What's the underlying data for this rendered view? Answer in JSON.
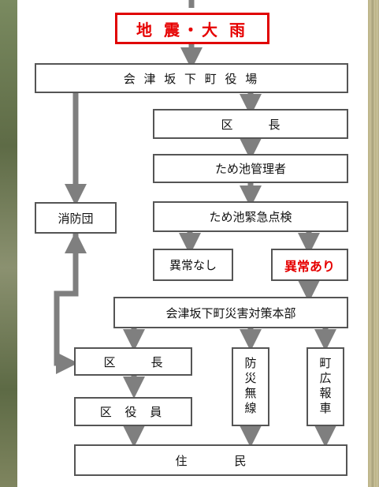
{
  "top_fragment": "…",
  "nodes": {
    "earthquake_rain": "地 震・大 雨",
    "town_office": "会 津 坂 下 町 役 場",
    "district_head_1": "区　　　長",
    "pond_manager": "ため池管理者",
    "fire_brigade": "消防団",
    "emergency_inspection": "ため池緊急点検",
    "no_abnormality": "異常なし",
    "abnormality": "異常あり",
    "disaster_hq": "会津坂下町災害対策本部",
    "district_head_2": "区　　　長",
    "disaster_radio": "防災無線",
    "pr_vehicle": "町広報車",
    "district_officers": "区 役 員",
    "residents": "住　　　　民"
  },
  "colors": {
    "arrow": "#7f7f7f",
    "alert_red": "#e60000",
    "box_border": "#555555"
  }
}
